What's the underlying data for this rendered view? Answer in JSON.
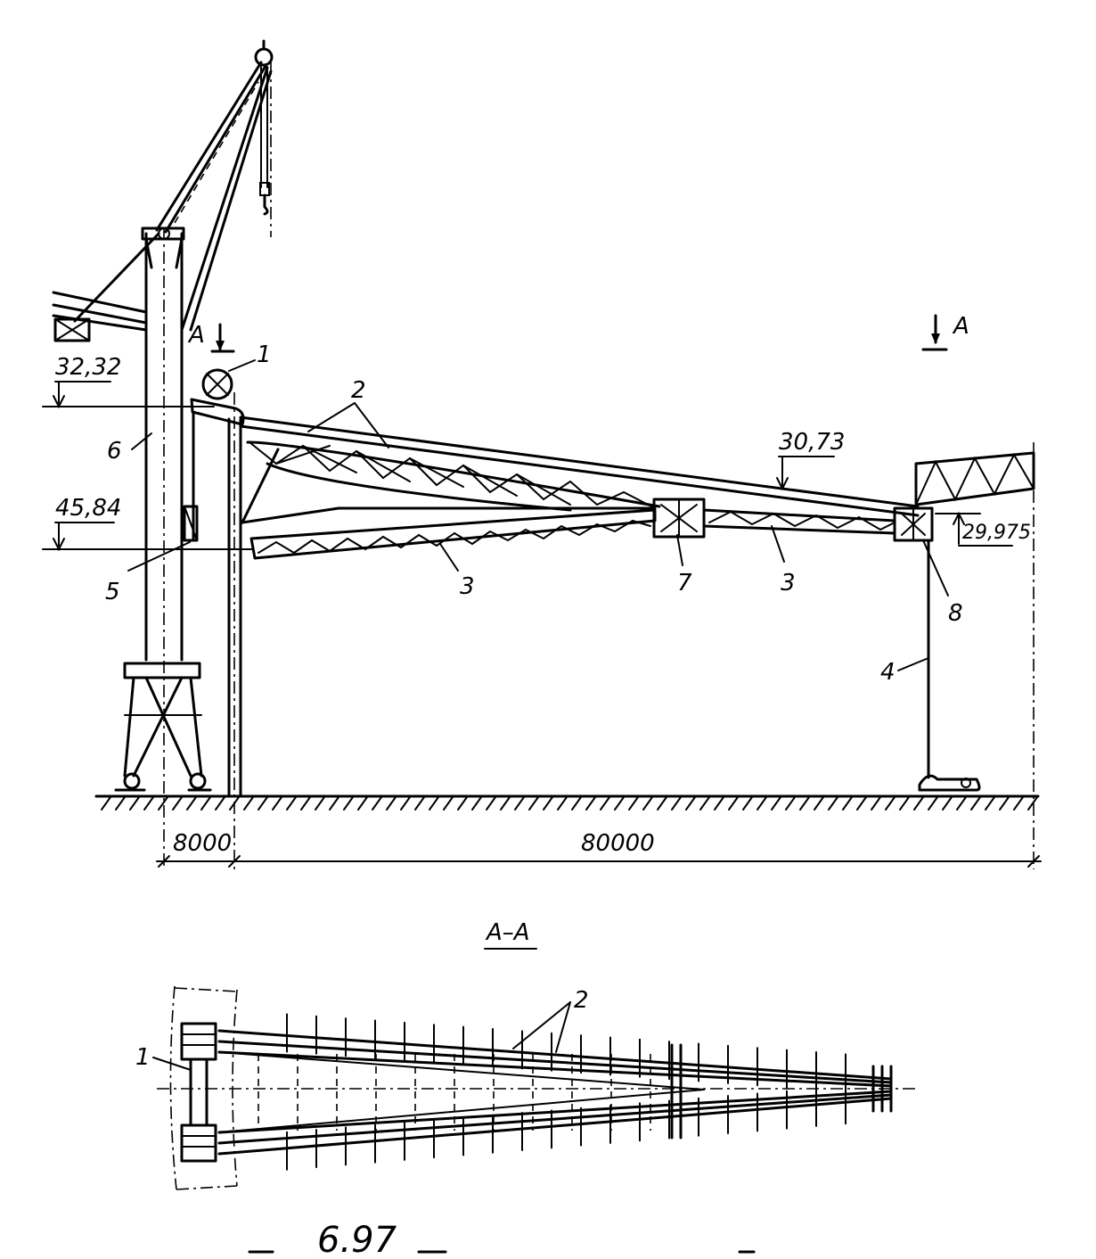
{
  "labels": {
    "n1": "1",
    "n2": "2",
    "n3a": "3",
    "n3b": "3",
    "n4": "4",
    "n5": "5",
    "n6": "6",
    "n7": "7",
    "n8": "8",
    "n1_plan": "1",
    "n2_plan": "2"
  },
  "elevations": {
    "e1": "32,32",
    "e2": "45,84",
    "e3": "30,73",
    "e4": "29,975"
  },
  "dimensions": {
    "d1": "8000",
    "d2": "80000"
  },
  "section": {
    "mark_left": "А",
    "mark_right": "А",
    "title": "А–А"
  },
  "caption": {
    "visible_fragment": "6.97"
  }
}
